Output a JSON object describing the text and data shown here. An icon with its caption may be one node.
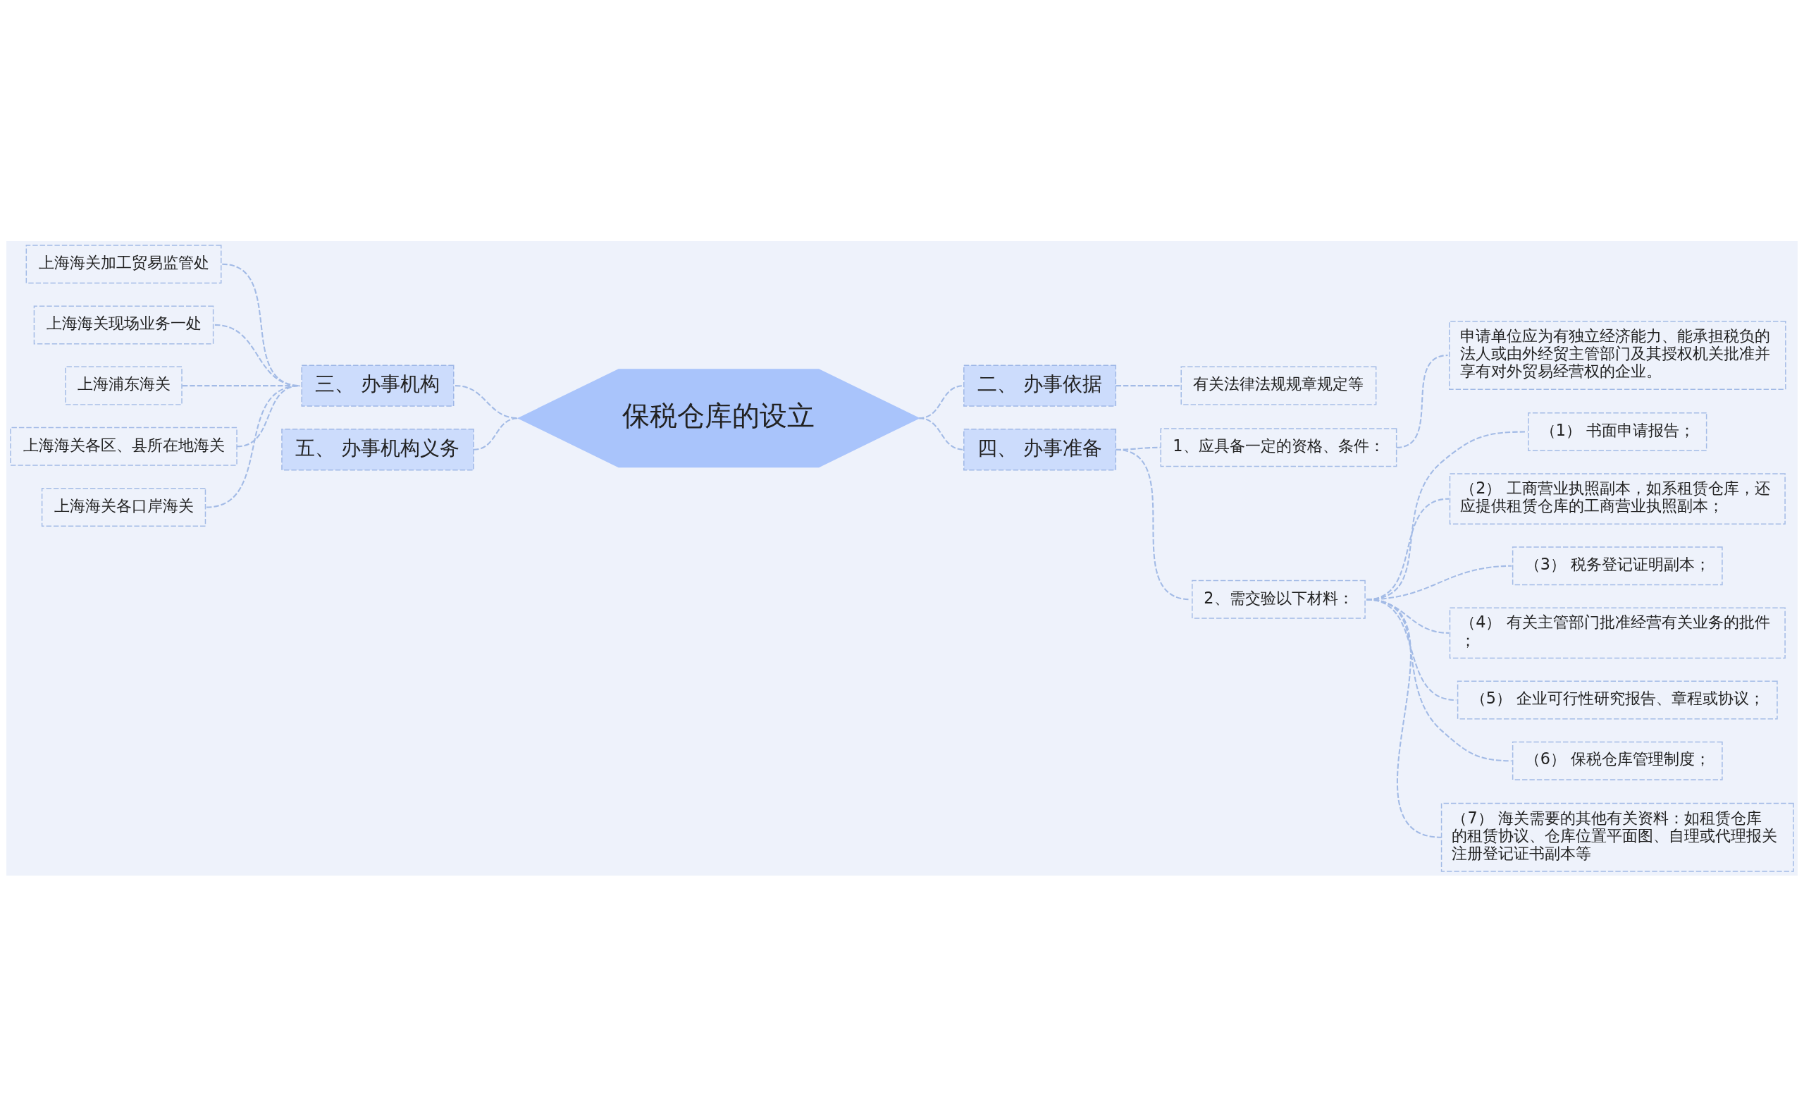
{
  "diagram": {
    "nodes": [
      {
        "text": [
          "保税仓库的设立"
        ]
      },
      {
        "text": [
          "二、 办事依据"
        ]
      },
      {
        "text": [
          "有关法律法规规章规定等"
        ]
      },
      {
        "text": [
          "四、 办事准备"
        ]
      },
      {
        "text": [
          "1、应具备一定的资格、条件："
        ]
      },
      {
        "text": [
          "申请单位应为有独立经济能力、能承担税负的法人或由外经贸主管部门及其授权机关批准并享有对外贸易经营权的企业。"
        ]
      },
      {
        "text": [
          "2、需交验以下材料："
        ]
      },
      {
        "text": [
          "（1） 书面申请报告；"
        ]
      },
      {
        "text": [
          "（2） 工商营业执照副本，如系租赁仓库，还应提供租赁仓库的工商营业执照副本；"
        ]
      },
      {
        "text": [
          "（3） 税务登记证明副本；"
        ]
      },
      {
        "text": [
          "（4） 有关主管部门批准经营有关业务的批件；"
        ]
      },
      {
        "text": [
          "（5） 企业可行性研究报告、章程或协议；"
        ]
      },
      {
        "text": [
          "（6） 保税仓库管理制度；"
        ]
      },
      {
        "text": [
          "（7） 海关需要的其他有关资料：如租赁仓库的租赁协议、仓库位置平面图、自理或代理报关注册登记证书副本等"
        ]
      },
      {
        "text": [
          "三、 办事机构"
        ]
      },
      {
        "text": [
          "上海海关加工贸易监管处"
        ]
      },
      {
        "text": [
          "上海海关现场业务一处"
        ]
      },
      {
        "text": [
          "上海浦东海关"
        ]
      },
      {
        "text": [
          "上海海关各区、县所在地海关"
        ]
      },
      {
        "text": [
          "上海海关各口岸海关"
        ]
      },
      {
        "text": [
          "五、 办事机构义务"
        ]
      }
    ],
    "edges": [
      {
        "from": 0,
        "to": 1,
        "arrow": "none",
        "style": "dashed"
      },
      {
        "from": 1,
        "to": 2,
        "arrow": "none",
        "style": "dashed"
      },
      {
        "from": 0,
        "to": 3,
        "arrow": "none",
        "style": "dashed"
      },
      {
        "from": 3,
        "to": 4,
        "arrow": "none",
        "style": "dashed"
      },
      {
        "from": 4,
        "to": 5,
        "arrow": "none",
        "style": "dashed"
      },
      {
        "from": 3,
        "to": 6,
        "arrow": "none",
        "style": "dashed"
      },
      {
        "from": 6,
        "to": 7,
        "arrow": "none",
        "style": "dashed"
      },
      {
        "from": 6,
        "to": 8,
        "arrow": "none",
        "style": "dashed"
      },
      {
        "from": 6,
        "to": 9,
        "arrow": "none",
        "style": "dashed"
      },
      {
        "from": 6,
        "to": 10,
        "arrow": "none",
        "style": "dashed"
      },
      {
        "from": 6,
        "to": 11,
        "arrow": "none",
        "style": "dashed"
      },
      {
        "from": 6,
        "to": 12,
        "arrow": "none",
        "style": "dashed"
      },
      {
        "from": 6,
        "to": 13,
        "arrow": "none",
        "style": "dashed"
      },
      {
        "from": 0,
        "to": 14,
        "arrow": "none",
        "style": "dashed"
      },
      {
        "from": 14,
        "to": 15,
        "arrow": "none",
        "style": "dashed"
      },
      {
        "from": 14,
        "to": 16,
        "arrow": "none",
        "style": "dashed"
      },
      {
        "from": 14,
        "to": 17,
        "arrow": "none",
        "style": "dashed"
      },
      {
        "from": 14,
        "to": 18,
        "arrow": "none",
        "style": "dashed"
      },
      {
        "from": 14,
        "to": 19,
        "arrow": "none",
        "style": "dashed"
      },
      {
        "from": 0,
        "to": 20,
        "arrow": "none",
        "style": "dashed"
      }
    ]
  }
}
